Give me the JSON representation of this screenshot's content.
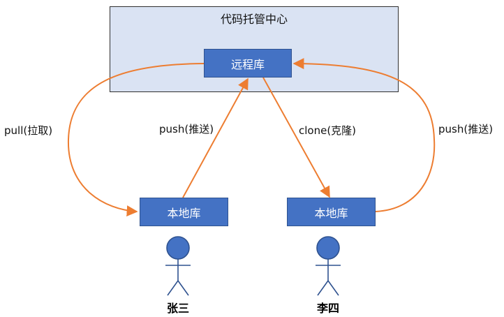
{
  "host": {
    "title": "代码托管中心"
  },
  "remote": {
    "label": "远程库"
  },
  "local_a": {
    "label": "本地库"
  },
  "local_b": {
    "label": "本地库"
  },
  "edges": {
    "pull": "pull(拉取)",
    "push_a": "push(推送)",
    "clone": "clone(克隆)",
    "push_b": "push(推送)"
  },
  "users": {
    "a": {
      "name": "张三",
      "icon": "person-icon"
    },
    "b": {
      "name": "李四",
      "icon": "person-icon"
    }
  },
  "colors": {
    "container_fill": "#dae3f3",
    "box_fill": "#4472c4",
    "arrow": "#ed7d31"
  }
}
